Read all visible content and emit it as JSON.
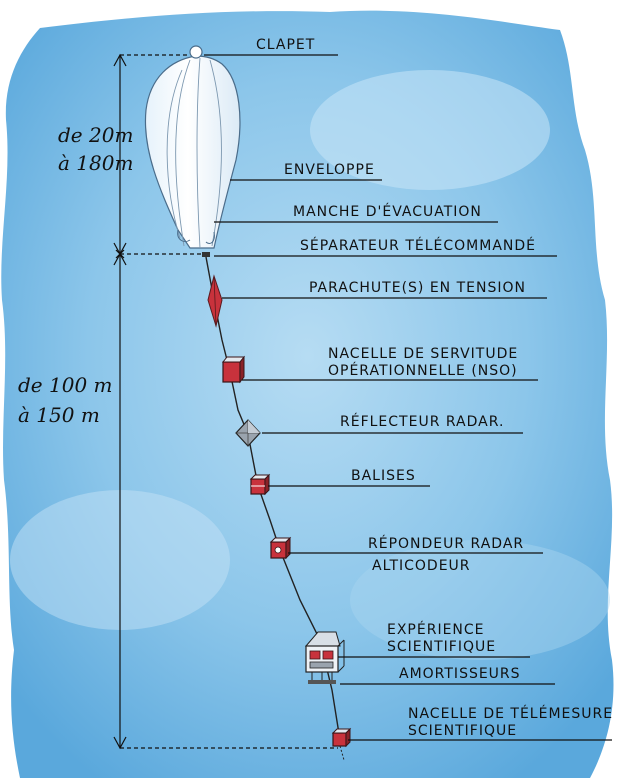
{
  "colors": {
    "sky_light": "#bfe0f4",
    "sky_mid": "#86c2e8",
    "sky_deep": "#4fa0d8",
    "ink": "#111111",
    "payload_red": "#c8323c",
    "balloon_white": "#f7fbff"
  },
  "dimensions": {
    "upper_from": "de 20m",
    "upper_to": "à 180m",
    "lower_from": "de 100 m",
    "lower_to": "à 150 m"
  },
  "labels": {
    "clapet": "CLAPET",
    "enveloppe": "ENVELOPPE",
    "manche": "MANCHE D'ÉVACUATION",
    "separateur": "SÉPARATEUR TÉLÉCOMMANDÉ",
    "parachute": "PARACHUTE(S) EN TENSION",
    "nso_line1": "NACELLE DE SERVITUDE",
    "nso_line2": "OPÉRATIONNELLE (NSO)",
    "reflecteur": "RÉFLECTEUR RADAR.",
    "balises": "BALISES",
    "repondeur": "RÉPONDEUR RADAR",
    "alticodeur": "ALTICODEUR",
    "experience_line1": "EXPÉRIENCE",
    "experience_line2": "SCIENTIFIQUE",
    "amortisseurs": "AMORTISSEURS",
    "telemesure_line1": "NACELLE DE TÉLÉMESURE",
    "telemesure_line2": "SCIENTIFIQUE"
  }
}
